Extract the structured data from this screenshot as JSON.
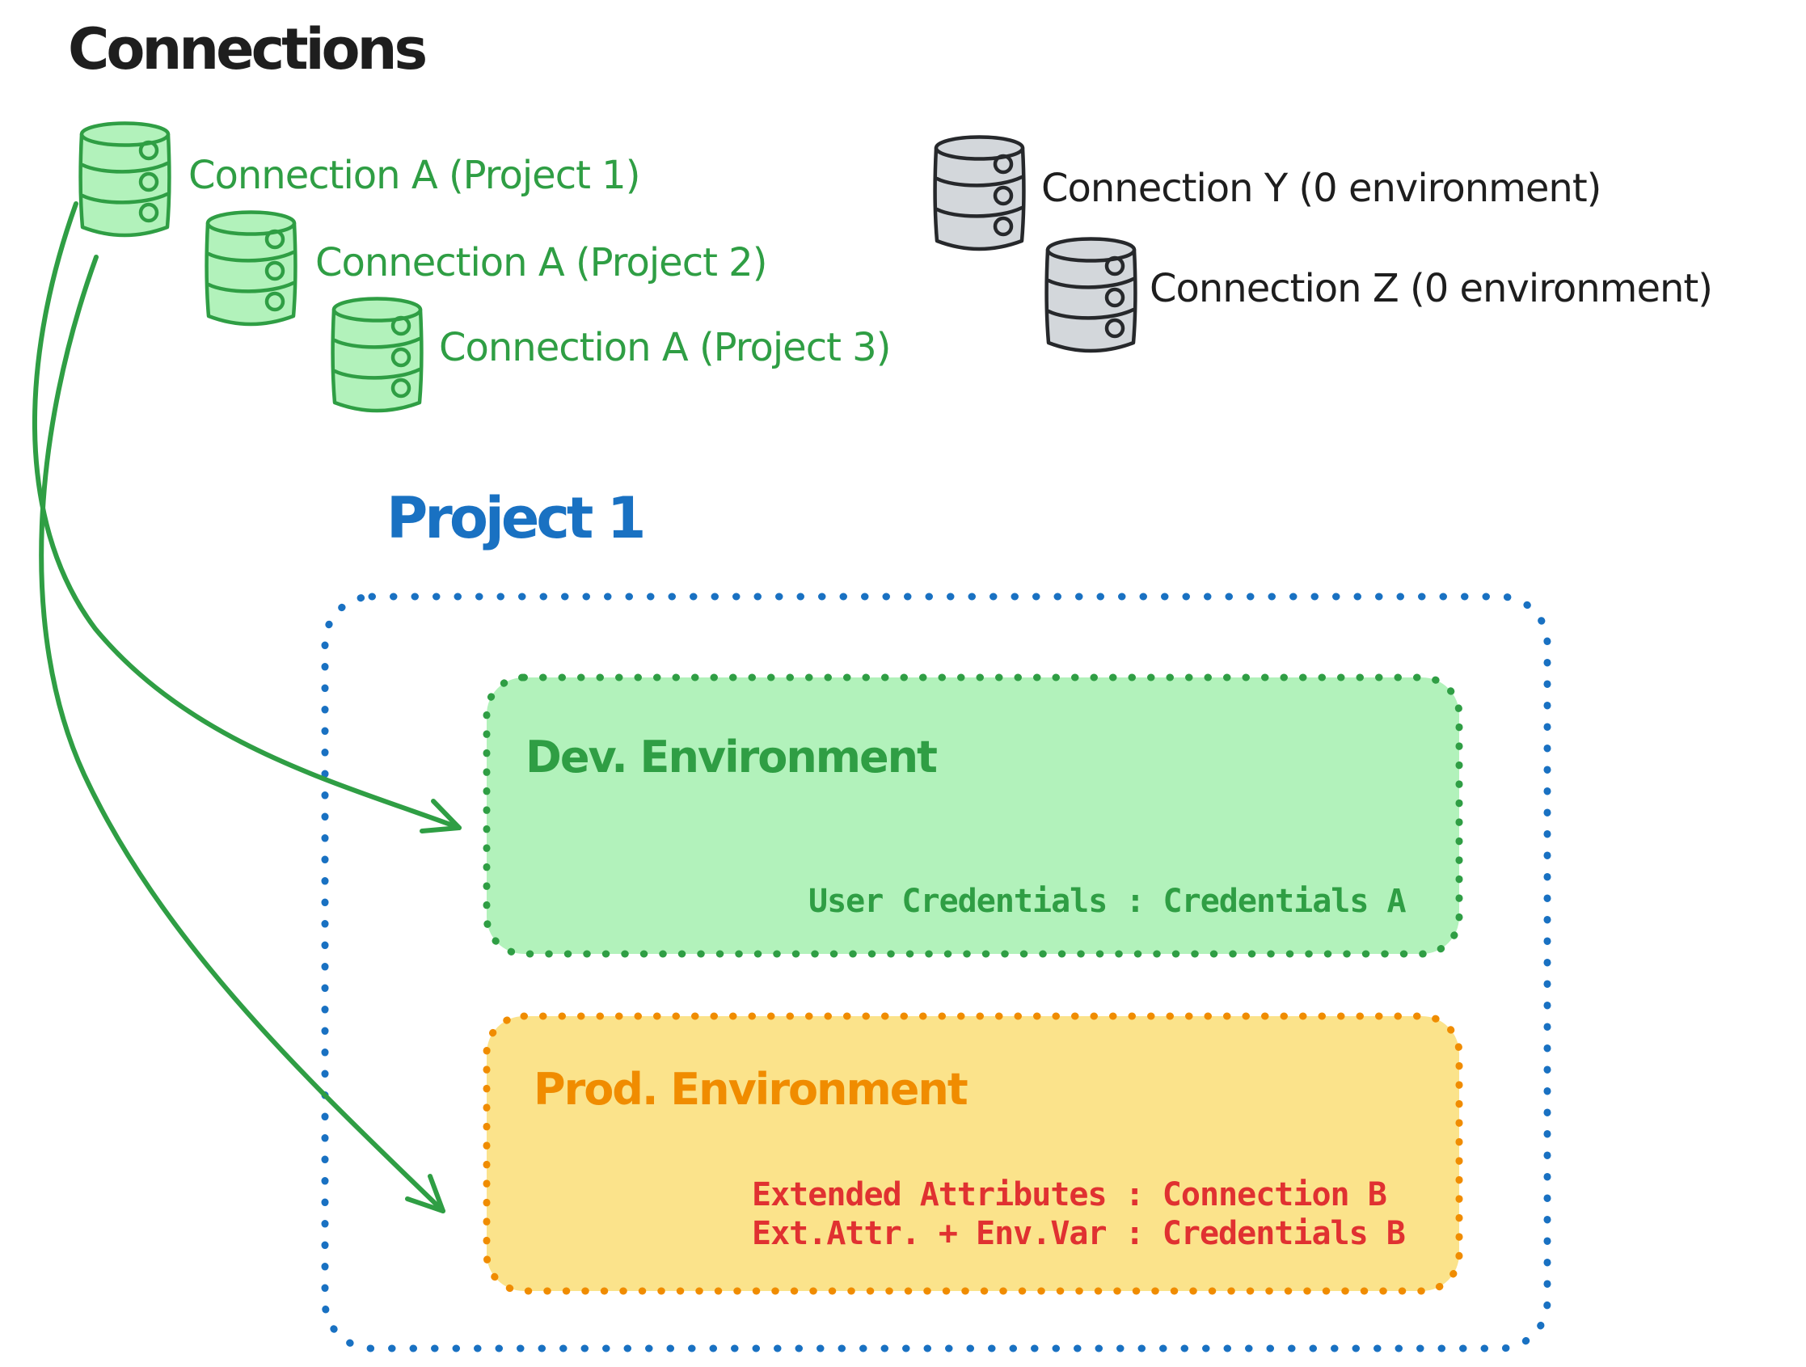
{
  "title": "Connections",
  "palette": {
    "ink": "#1e1e1e",
    "green_stroke": "#2f9e44",
    "green_fill": "#b2f2bb",
    "gray_stroke": "#26282b",
    "gray_fill": "#d3d7db",
    "blue": "#1971c2",
    "orange_stroke": "#f08c00",
    "yellow_fill": "#fbe38b",
    "red": "#e03131"
  },
  "connections": {
    "assigned": [
      {
        "label": "Connection A (Project 1)"
      },
      {
        "label": "Connection A (Project 2)"
      },
      {
        "label": "Connection A (Project 3)"
      }
    ],
    "unassigned": [
      {
        "label": "Connection Y (0 environment)"
      },
      {
        "label": "Connection Z (0 environment)"
      }
    ]
  },
  "project": {
    "title": "Project 1",
    "environments": {
      "dev": {
        "name": "Dev. Environment",
        "mapping": "User Credentials : Credentials A"
      },
      "prod": {
        "name": "Prod. Environment",
        "line1": "Extended Attributes : Connection B",
        "line2": "Ext.Attr. + Env.Var : Credentials B"
      }
    }
  }
}
